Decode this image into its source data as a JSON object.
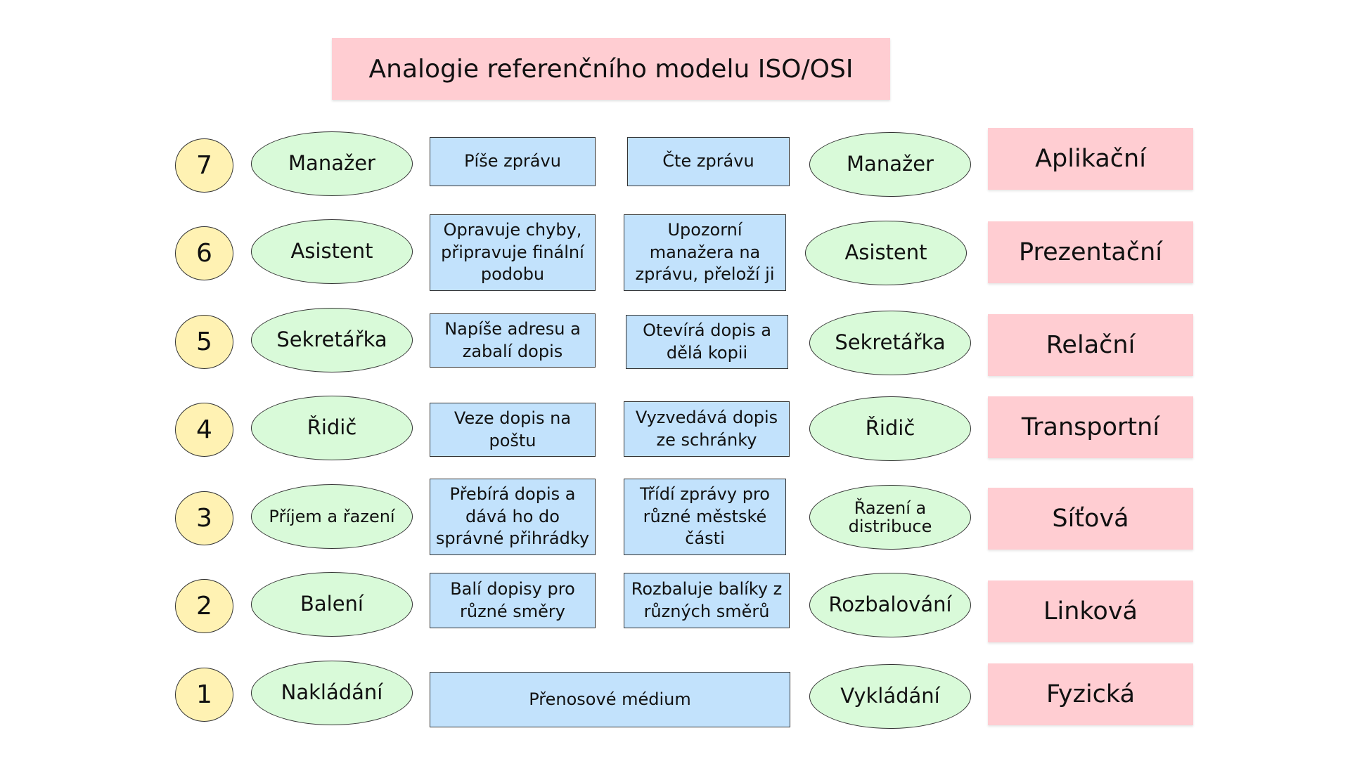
{
  "title": "Analogie referenčního modelu ISO/OSI",
  "rows": [
    {
      "number": "7",
      "left_role": "Manažer",
      "left_action": "Píše zprávu",
      "right_action": "Čte zprávu",
      "right_role": "Manažer",
      "layer": "Aplikační"
    },
    {
      "number": "6",
      "left_role": "Asistent",
      "left_action": "Opravuje chyby, připravuje finální podobu",
      "right_action": "Upozorní manažera na zprávu, přeloží ji",
      "right_role": "Asistent",
      "layer": "Prezentační"
    },
    {
      "number": "5",
      "left_role": "Sekretářka",
      "left_action": "Napíše adresu a zabalí dopis",
      "right_action": "Otevírá dopis a dělá kopii",
      "right_role": "Sekretářka",
      "layer": "Relační"
    },
    {
      "number": "4",
      "left_role": "Řidič",
      "left_action": "Veze dopis na poštu",
      "right_action": "Vyzvedává dopis ze schránky",
      "right_role": "Řidič",
      "layer": "Transportní"
    },
    {
      "number": "3",
      "left_role": "Příjem a řazení",
      "left_action": "Přebírá dopis a dává ho do správné přihrádky",
      "right_action": "Třídí zprávy pro různé městské části",
      "right_role": "Řazení a distribuce",
      "layer": "Síťová"
    },
    {
      "number": "2",
      "left_role": "Balení",
      "left_action": "Balí dopisy pro různé směry",
      "right_action": "Rozbaluje balíky z různých směrů",
      "right_role": "Rozbalování",
      "layer": "Linková"
    },
    {
      "number": "1",
      "left_role": "Nakládání",
      "medium": "Přenosové médium",
      "right_role": "Vykládání",
      "layer": "Fyzická"
    }
  ]
}
